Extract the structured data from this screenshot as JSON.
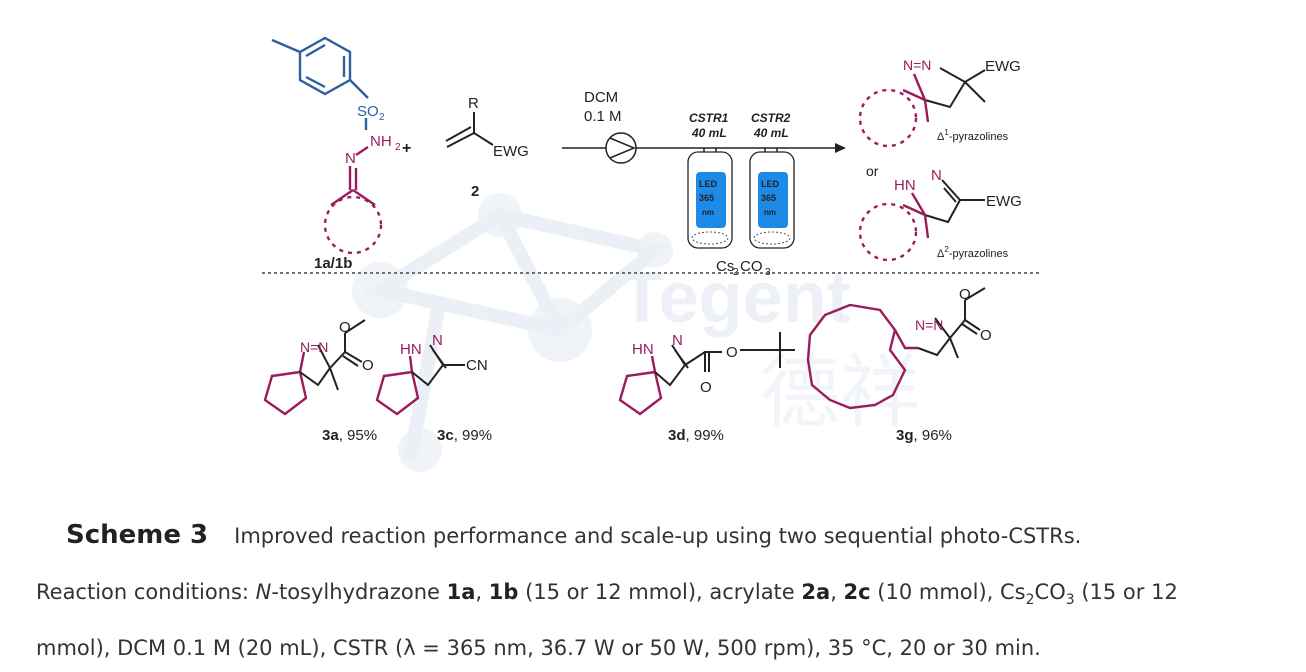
{
  "colors": {
    "reactant_blue": "#2f5f9e",
    "ring_magenta": "#9a1c5c",
    "led_blue": "#1e8ae8",
    "text": "#222222"
  },
  "watermark": {
    "latin": "Tegent",
    "chinese": "德祥"
  },
  "scheme": {
    "reagent1": {
      "so2": "SO",
      "so2_sub": "2",
      "nh2": "NH",
      "nh2_sub": "2",
      "n": "N",
      "label": "1a/1b"
    },
    "plus": "+",
    "reagent2": {
      "r": "R",
      "ewg": "EWG",
      "label": "2"
    },
    "conditions": {
      "solvent": "DCM",
      "conc": "0.1 M",
      "cstr1": "CSTR1",
      "cstr1_vol": "40 mL",
      "cstr2": "CSTR2",
      "cstr2_vol": "40 mL",
      "led": "LED",
      "wavelength": "365",
      "unit": "nm",
      "base": "Cs",
      "base_sub1": "2",
      "base_mid": "CO",
      "base_sub2": "3"
    },
    "product_d1": {
      "nn": "N=N",
      "ewg": "EWG",
      "delta": "Δ",
      "sup": "1",
      "label": "-pyrazolines"
    },
    "or": "or",
    "product_d2": {
      "hn": "HN",
      "n": "N",
      "ewg": "EWG",
      "delta": "Δ",
      "sup": "2",
      "label": "-pyrazolines"
    },
    "examples": [
      {
        "id": "3a",
        "yield": ", 95%",
        "nn": "N=N",
        "o1": "O",
        "o2": "O"
      },
      {
        "id": "3c",
        "yield": ", 99%",
        "hn": "HN",
        "n": "N",
        "cn": "CN"
      },
      {
        "id": "3d",
        "yield": ", 99%",
        "hn": "HN",
        "n": "N",
        "o1": "O",
        "o2": "O"
      },
      {
        "id": "3g",
        "yield": ", 96%",
        "nn": "N=N",
        "o1": "O",
        "o2": "O"
      }
    ]
  },
  "caption": {
    "label": "Scheme 3",
    "title": "Improved reaction performance and scale-up using two sequential photo-CSTRs.",
    "l2": [
      "Reaction conditions: ",
      "N",
      "-tosylhydrazone ",
      "1a",
      ", ",
      "1b",
      " (15 or 12 mmol), acrylate ",
      "2a",
      ", ",
      "2c",
      " (10 mmol), Cs",
      "2",
      "CO",
      "3",
      " (15 or 12"
    ],
    "l3": "mmol), DCM 0.1 M (20 mL), CSTR (λ = 365 nm, 36.7 W or 50 W, 500 rpm), 35 °C, 20 or 30 min."
  }
}
